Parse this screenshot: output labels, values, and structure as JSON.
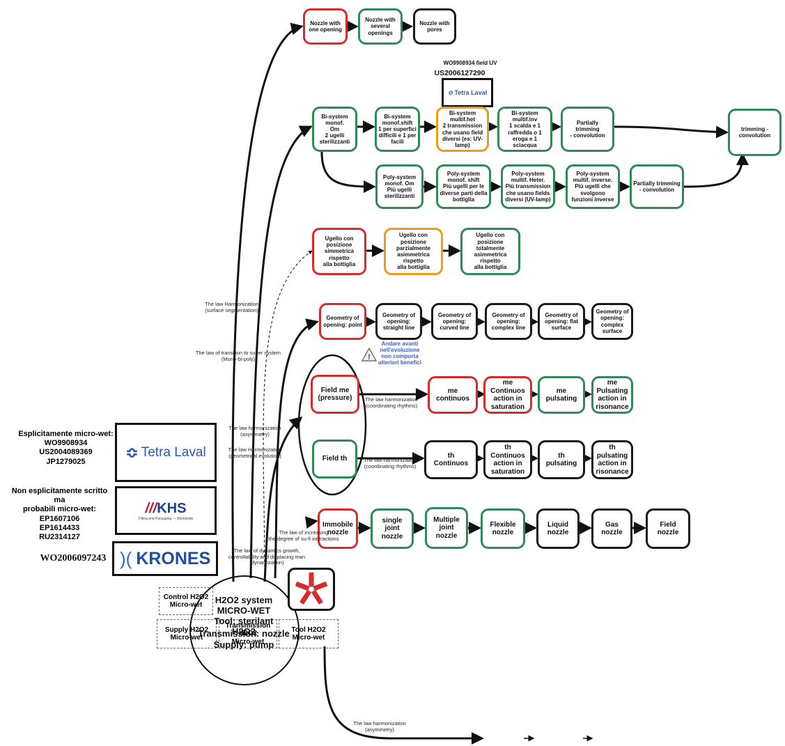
{
  "top_row": {
    "one_opening": "Nozzle with\none opening",
    "several_openings": "Nozzle with\nseveral\nopenings",
    "pores": "Nozzle with\npores"
  },
  "patent_labels": {
    "uv_field": "WO9908934 field UV",
    "us": "US2006127290"
  },
  "logos": {
    "tetra_small": "Tetra Laval",
    "tetra_big": "Tetra Laval",
    "khs": "KHS",
    "khs_sub": "Filling and Packaging — Worldwide",
    "krones": "KRONES"
  },
  "bi_row": {
    "monof": "Bi-system monof.\nOm\n2 ugelli\nsterilizzanti",
    "monof_shift": "Bi-system\nmonof.shift\n1 per superfici\ndifficili e 1 per\nfacili",
    "multif_het": "Bi-system\nmultif.het\n2 transmission\nche usano field\ndiversi (es: UV-\nlamp)",
    "multif_inv": "Bi-system\nmultif.inv\n1 scalda e 1\nraffredda o 1\neroga e 1\nsciacqua",
    "partial": "Partially trimming\n- convolution",
    "trimming": "trimming -\nconvolution"
  },
  "poly_row": {
    "monof": "Poly-system\nmonof. Om\nPiù ugelli\nsterilizzanti",
    "monof_shift": "Poly-system\nmonof. shift\nPiù ugelli per le\ndiverse parti della\nbottiglia",
    "multif_heter": "Poly-system\nmultif. Heter.\nPiù transmission\nche usano fields\ndiversi (UV-lamp)",
    "multif_inverse": "Poly-system\nmultif. inverse.\nPiù ugelli che\nsvolgono\nfunzioni inverse",
    "partial": "Partially trimming\n- convolution"
  },
  "ugello_row": {
    "simmetrica": "Ugello con\nposizione\nsimmetrica rispetto\nalla bottiglia",
    "parziale": "Ugello con\nposizione\nparzialmente\nasimmetrica rispetto\nalla bottiglia",
    "totale": "Ugello con\nposizione\ntotalmente\nasimmetrica rispetto\nalla bottiglia"
  },
  "geometry_row": {
    "point": "Geometry of\nopening: point",
    "straight": "Geometry of\nopening:\nstraight line",
    "curved": "Geometry of\nopening:\ncurved line",
    "complex_line": "Geometry of\nopening:\ncomplex line",
    "flat": "Geometry of\nopening: flat\nsurface",
    "complex_surface": "Geometry of\nopening:\ncomplex\nsurface"
  },
  "warning": "Andare avanti\nnell'evoluzione\nnon comporta\nulteriori benefici",
  "me_row": {
    "field": "Field me\n(pressure)",
    "continuous": "me\ncontinuos",
    "saturation": "me\nContinuos\naction in\nsaturation",
    "pulsating": "me\npulsating",
    "resonance": "me\nPulsating\naction in\nrisonance"
  },
  "th_row": {
    "field": "Field th",
    "continuous": "th\nContinuos",
    "saturation": "th\nContinuos\naction in\nsaturation",
    "pulsating": "th\npulsating",
    "resonance": "th\npulsating\naction in\nrisonance"
  },
  "nozzle_row": {
    "immobile": "Immobile\nnozzle",
    "single": "single joint\nnozzle",
    "multiple": "Multiple\njoint\nnozzle",
    "flexible": "Flexible\nnozzle",
    "liquid": "Liquid\nnozzle",
    "gas": "Gas nozzle",
    "field": "Field\nnozzle"
  },
  "laws": {
    "surface": "The law Harmonization\n(surface segmentation)",
    "super": "The law of transition to super system\n(Mono-bi-poly)",
    "asym": "The law harmonization\n(asymmetry)",
    "geom": "The law Harmonization\n(geometrical evolution)",
    "coord_me": "The law harmonization\n(coordinating rhythms)",
    "coord_th": "The law harmonization\n(coordinating rhythms)",
    "sufi": "The law of increasing\nthe degree of su-fi interactions",
    "dyn": "The law of dynamics growth,\ncontrollability and displacing man\n(dynamization)",
    "asym_bottom": "The law harmonization\n(asymmetry)"
  },
  "patents": {
    "explicit": "Esplicitamente micro-wet:\nWO9908934\nUS2004089369\nJP1279025",
    "non_explicit": "Non esplicitamente scritto ma\nprobabili micro-wet:\nEP1607106\nEP1614433\nRU2314127",
    "krones": "WO2006097243"
  },
  "system": {
    "title": "H2O2 system\nMICRO-WET",
    "tool": "Tool: sterilant\nH2O2",
    "transmission": "Transmission: nozzle",
    "supply": "Supply: pump",
    "control_box": "Control H2O2\nMicro-wet",
    "supply_box": "Supply H2O2\nMicro-wet",
    "trans_box": "Transmission\nH2O2\nMicro-wet",
    "tool_box": "Tool H2O2\nMicro-wet"
  },
  "colors": {
    "red": "#d82c2c",
    "green": "#2e8b57",
    "orange": "#f19a1a",
    "black": "#1a1a1a",
    "warn_text": "#3a5fcd"
  }
}
